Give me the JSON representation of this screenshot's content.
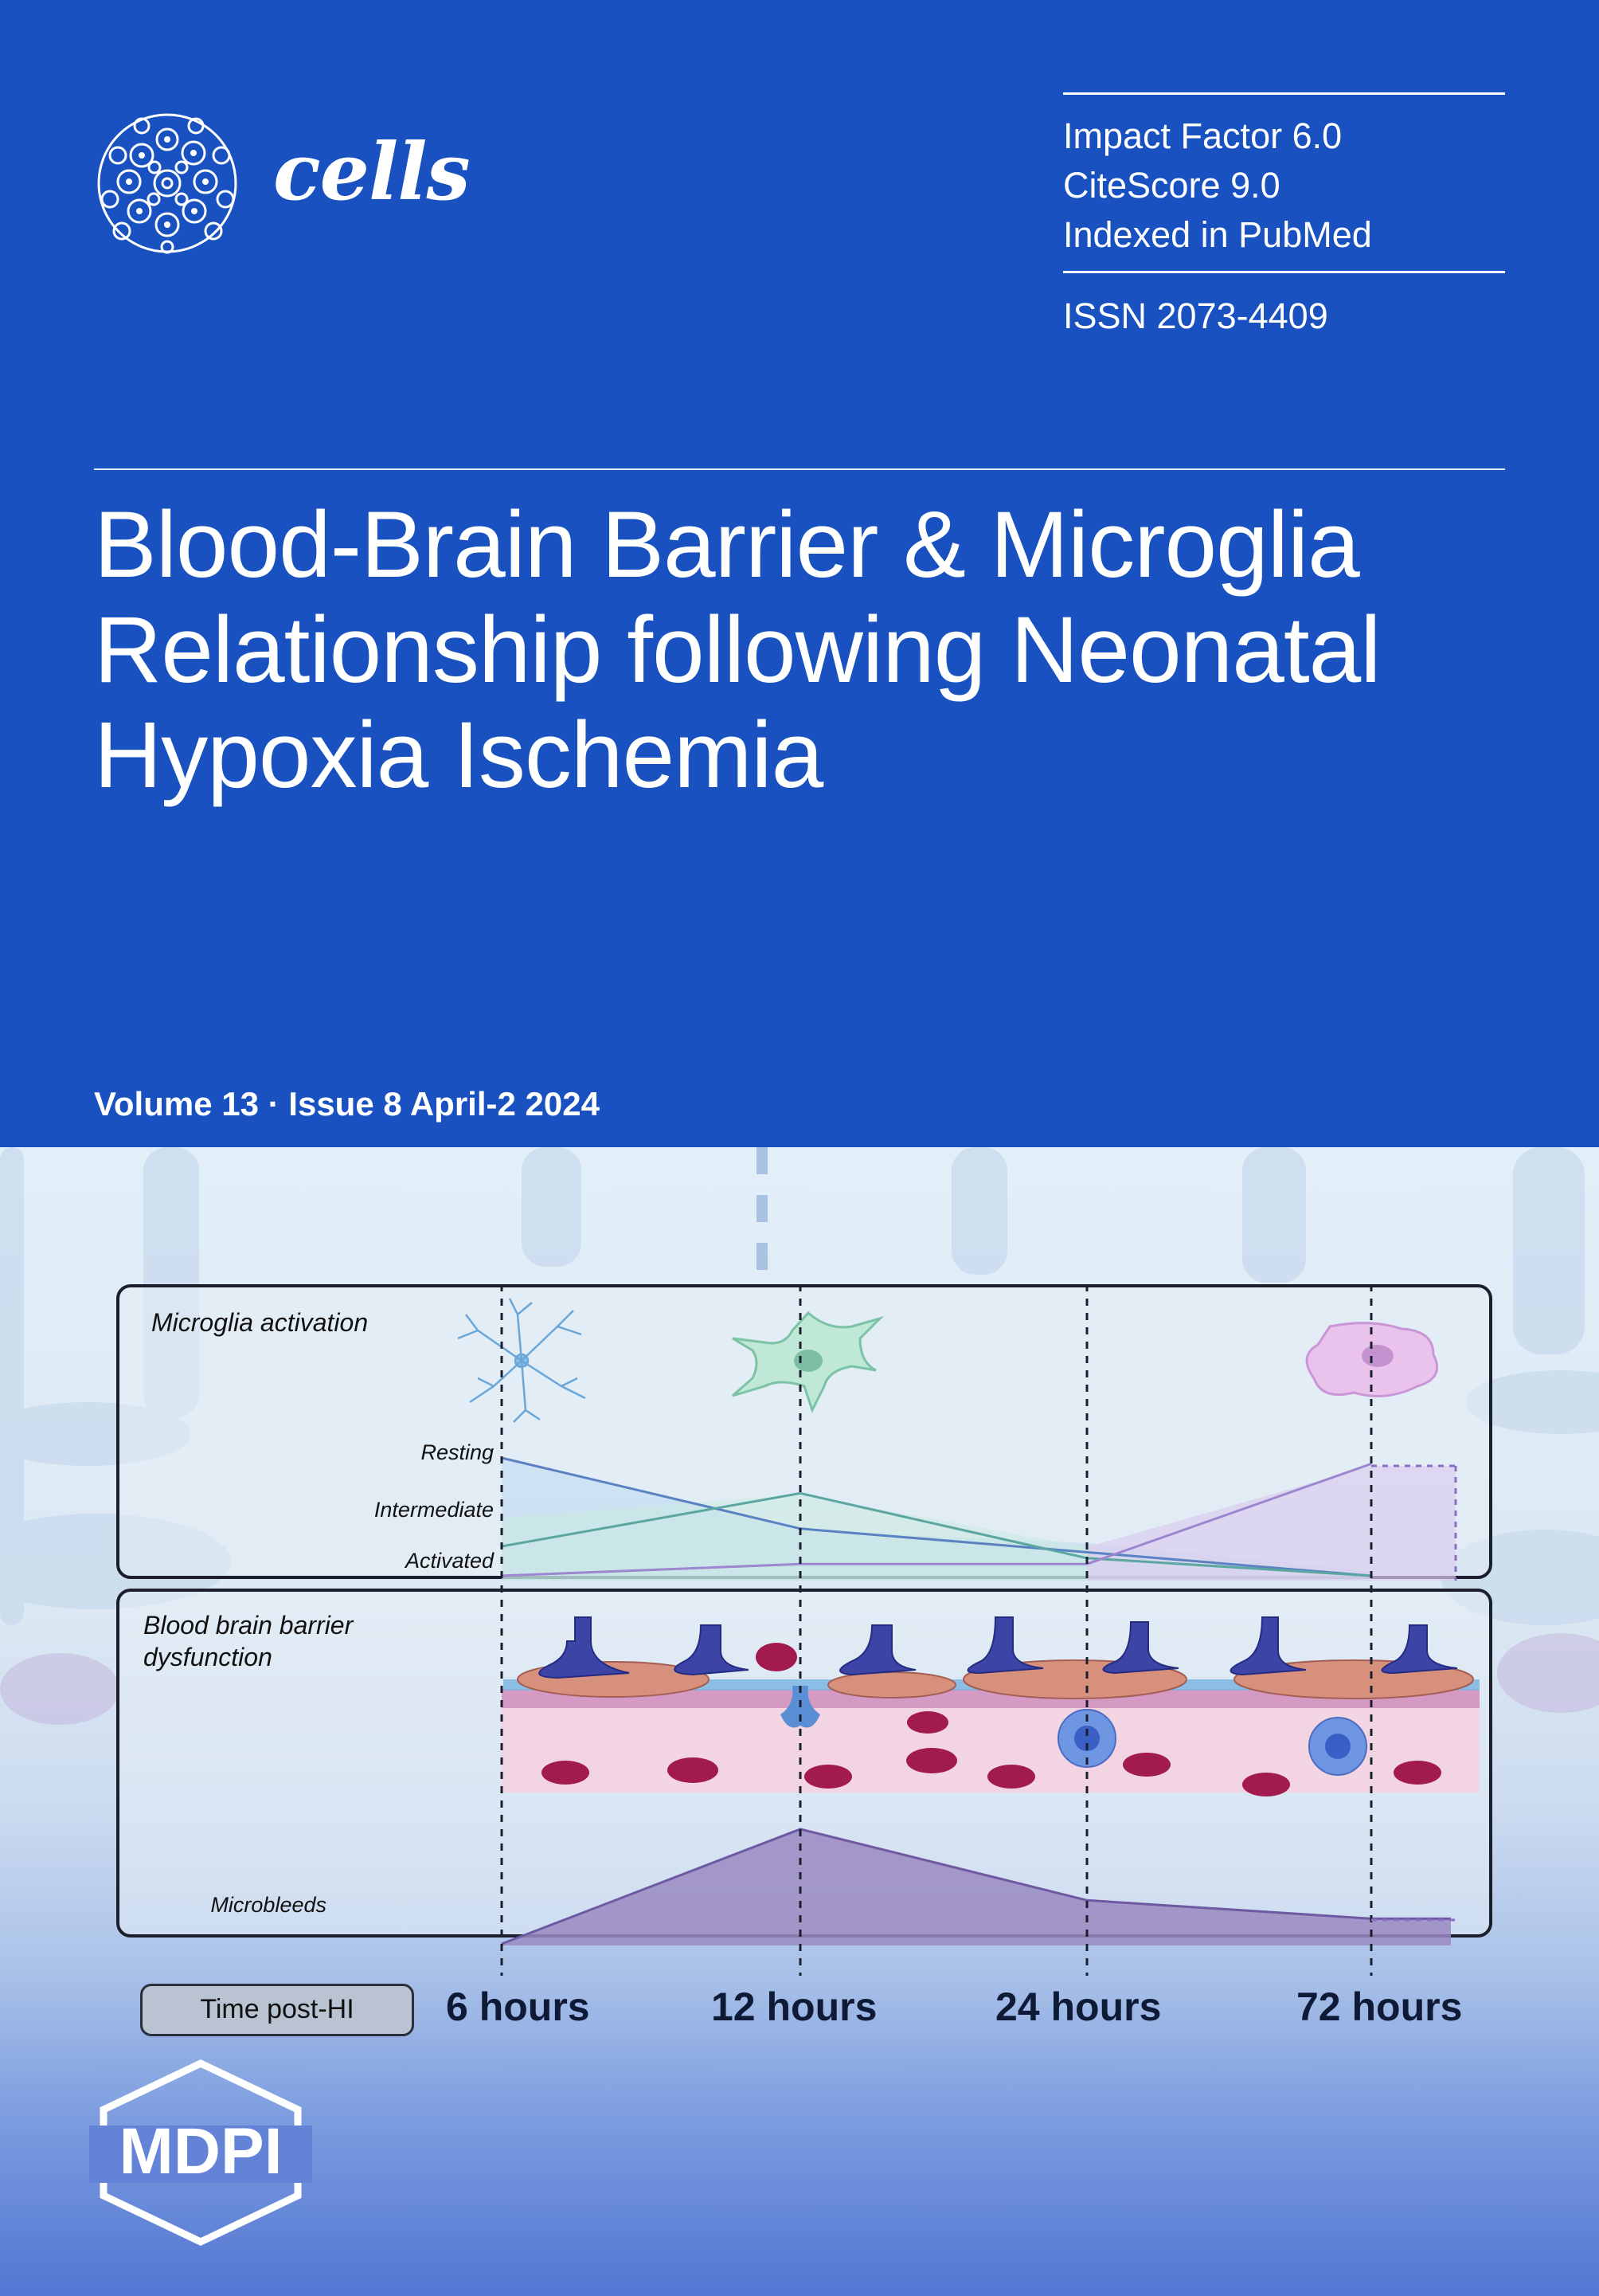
{
  "journal": {
    "name": "cells",
    "logo_icon": "cell-cluster-icon"
  },
  "metrics": {
    "impact_factor": "Impact Factor 6.0",
    "citescore": "CiteScore 9.0",
    "indexed": "Indexed in PubMed",
    "issn": "ISSN 2073-4409"
  },
  "article": {
    "title_lines": [
      "Blood-Brain Barrier & Microglia",
      "Relationship following Neonatal",
      "Hypoxia Ischemia"
    ]
  },
  "issue": {
    "volume_line": "Volume 13 · Issue 8 April-2 2024"
  },
  "figure": {
    "panel1_title": "Microglia activation",
    "levels": [
      "Resting",
      "Intermediate",
      "Activated"
    ],
    "panel2_title_lines": [
      "Blood brain barrier",
      "dysfunction"
    ],
    "microbleeds_label": "Microbleeds",
    "time_label": "Time post-HI",
    "timepoints": [
      "6 hours",
      "12 hours",
      "24 hours",
      "72 hours"
    ],
    "icons": [
      "resting-microglia-icon",
      "intermediate-microglia-icon",
      "activated-microglia-icon"
    ]
  },
  "chart_data": [
    {
      "type": "line",
      "title": "Microglia activation",
      "categories": [
        "6 hours",
        "12 hours",
        "24 hours",
        "72 hours"
      ],
      "y_levels": [
        "Activated",
        "Intermediate",
        "Resting"
      ],
      "series": [
        {
          "values": [
            1.0,
            0.4,
            0.2,
            0.0
          ],
          "color": "#5a82c2"
        },
        {
          "values": [
            0.25,
            0.7,
            0.15,
            0.0
          ],
          "color": "#5ba6a0"
        },
        {
          "values": [
            0.0,
            0.1,
            0.1,
            0.95
          ],
          "color": "#9c86cf"
        }
      ]
    },
    {
      "type": "area",
      "title": "Blood brain barrier dysfunction",
      "categories": [
        "6 hours",
        "12 hours",
        "24 hours",
        "72 hours"
      ],
      "series": [
        {
          "name": "Microbleeds",
          "values": [
            0.0,
            1.0,
            0.38,
            0.22
          ],
          "color": "#8e7cb8"
        }
      ]
    }
  ],
  "publisher": {
    "name": "MDPI",
    "logo_icon": "mdpi-hexagon-logo"
  }
}
